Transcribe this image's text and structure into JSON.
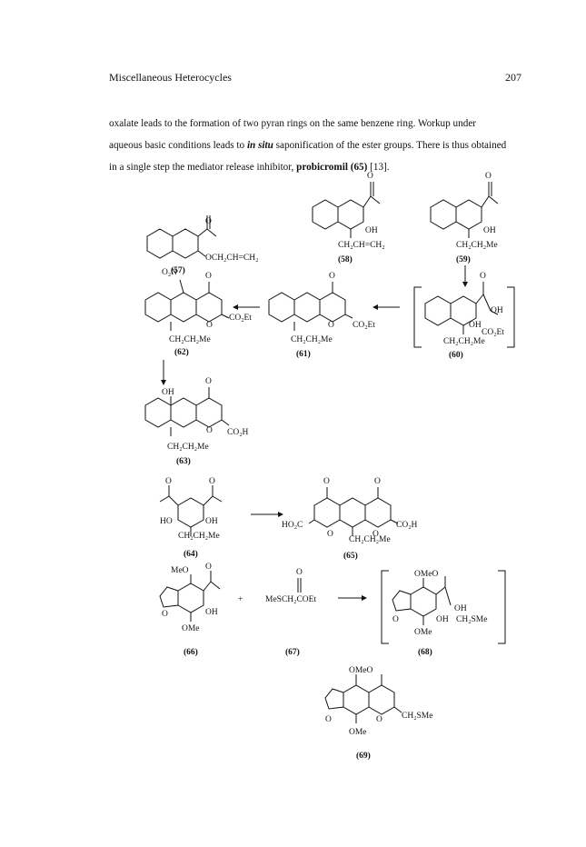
{
  "header": {
    "section_title": "Miscellaneous Heterocycles",
    "page_number": "207"
  },
  "paragraph": {
    "line1": "oxalate leads to the formation of two pyran rings on the same benzene ring.  Workup under",
    "line2_a": "aqueous basic conditions leads to ",
    "line2_em": "in situ",
    "line2_b": " saponification of the ester groups.  There is thus obtained",
    "line3_a": "in a single step the mediator release inhibitor, ",
    "line3_bold": "probicromil (65)",
    "line3_b": " [13]."
  },
  "compounds": {
    "c57": {
      "label": "(57)",
      "subst": "OCH₂CH=CH₂",
      "carbonyl_o": "O"
    },
    "c58": {
      "label": "(58)",
      "oh": "OH",
      "subst": "CH₂CH=CH₂",
      "carbonyl_o": "O"
    },
    "c59": {
      "label": "(59)",
      "oh": "OH",
      "subst": "CH₂CH₂Me",
      "carbonyl_o": "O"
    },
    "c60": {
      "label": "(60)",
      "oh1": "OH",
      "oh2": "OH",
      "ester": "CO₂Et",
      "subst": "CH₂CH₂Me",
      "carbonyl_o": "O"
    },
    "c61": {
      "label": "(61)",
      "ring_o": "O",
      "ester": "CO₂Et",
      "subst": "CH₂CH₂Me",
      "carbonyl_o": "O"
    },
    "c62": {
      "label": "(62)",
      "nitro": "O₂N",
      "ring_o": "O",
      "ester": "CO₂Et",
      "subst": "CH₂CH₂Me",
      "carbonyl_o": "O"
    },
    "c63": {
      "label": "(63)",
      "oh": "OH",
      "ring_o": "O",
      "acid": "CO₂H",
      "subst": "CH₂CH₂Me",
      "carbonyl_o": "O"
    },
    "c64": {
      "label": "(64)",
      "ho": "HO",
      "oh": "OH",
      "subst": "CH₂CH₂Me",
      "carbonyl_o": "O"
    },
    "c65": {
      "label": "(65)",
      "acid_left": "HO₂C",
      "acid_right": "CO₂H",
      "ring_o": "O",
      "subst": "CH₂CH₂Me",
      "carbonyl_o": "O"
    },
    "c66": {
      "label": "(66)",
      "meo": "MeO",
      "oh": "OH",
      "ome": "OMe",
      "ring_o": "O",
      "carbonyl_o": "O"
    },
    "c67": {
      "label": "(67)",
      "formula": "MeSCH₂COEt",
      "carbonyl_o": "O"
    },
    "c68": {
      "label": "(68)",
      "ome_top": "OMeO",
      "oh1": "OH",
      "oh2": "OH",
      "subst": "CH₂SMe",
      "ome": "OMe",
      "ring_o": "O"
    },
    "c69": {
      "label": "(69)",
      "ome_top": "OMeO",
      "ring_o": "O",
      "subst": "CH₂SMe",
      "ome": "OMe"
    }
  },
  "plus_sign": "+"
}
